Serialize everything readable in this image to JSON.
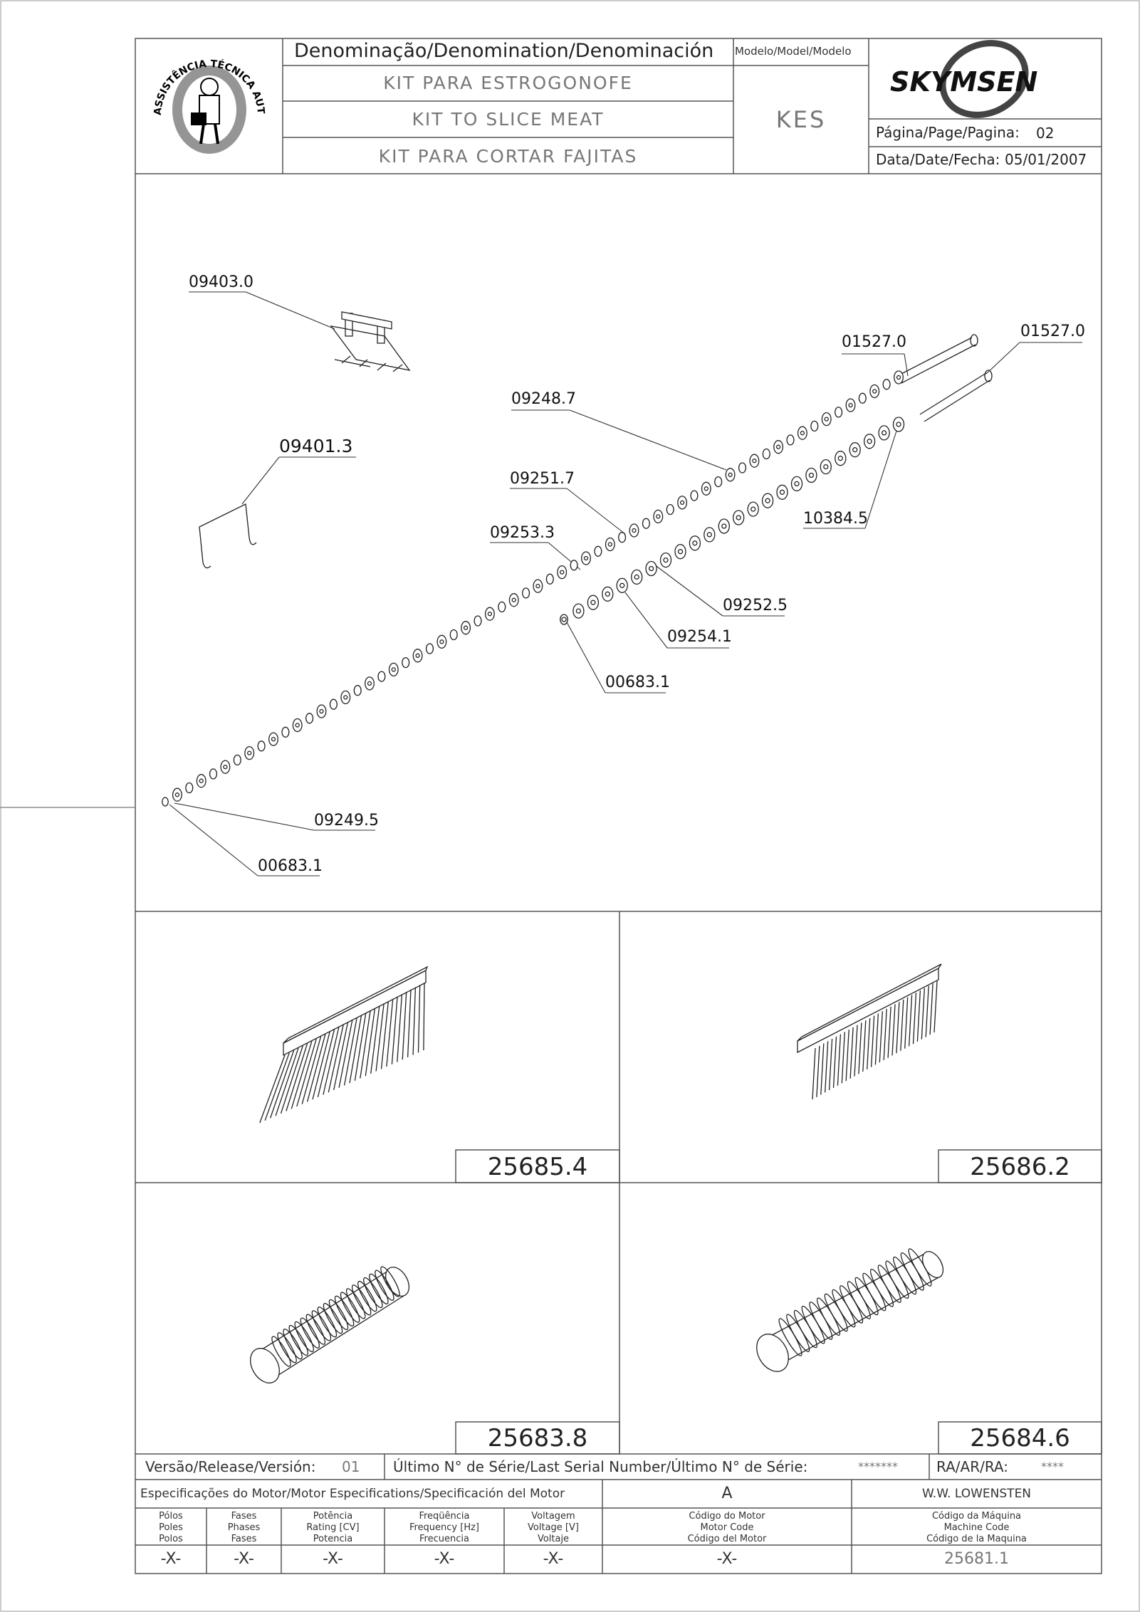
{
  "header": {
    "logo_text": "ASSISTÊNCIA TÉCNICA AUTORIZADA",
    "denomination_label": "Denominação/Denomination/Denominación",
    "name_pt": "KIT PARA ESTROGONOFE",
    "name_en": "KIT TO SLICE MEAT",
    "name_es": "KIT PARA CORTAR FAJITAS",
    "model_label": "Modelo/Model/Modelo",
    "model_value": "KES",
    "brand": "SKYMSEN",
    "page_label": "Página/Page/Pagina:",
    "page_value": "02",
    "date_label": "Data/Date/Fecha:",
    "date_value": "05/01/2007"
  },
  "diagram": {
    "callouts": [
      "09403.0",
      "09401.3",
      "09248.7",
      "09251.7",
      "09253.3",
      "01527.0",
      "01527.0",
      "10384.5",
      "09252.5",
      "09254.1",
      "00683.1",
      "09249.5",
      "00683.1"
    ]
  },
  "assemblies": [
    "25685.4",
    "25686.2",
    "25683.8",
    "25684.6"
  ],
  "footer": {
    "version_label": "Versão/Release/Versión:",
    "version_value": "01",
    "serial_label": "Último N° de Série/Last Serial Number/Último N° de Série:",
    "serial_value": "*******",
    "ra_label": "RA/AR/RA:",
    "ra_value": "****",
    "motor_spec_label": "Especificações do Motor/Motor Especifications/Specificación del Motor",
    "motor_spec_value": "A",
    "author": "W.W. LOWENSTEN",
    "columns": [
      {
        "pt": "Pólos",
        "en": "Poles",
        "es": "Polos",
        "value": "-X-"
      },
      {
        "pt": "Fases",
        "en": "Phases",
        "es": "Fases",
        "value": "-X-"
      },
      {
        "pt": "Potência",
        "en": "Rating [CV]",
        "es": "Potencia",
        "value": "-X-"
      },
      {
        "pt": "Freqüência",
        "en": "Frequency [Hz]",
        "es": "Frecuencia",
        "value": "-X-"
      },
      {
        "pt": "Voltagem",
        "en": "Voltage [V]",
        "es": "Voltaje",
        "value": "-X-"
      },
      {
        "pt": "Código do Motor",
        "en": "Motor Code",
        "es": "Código del Motor",
        "value": "-X-"
      },
      {
        "pt": "Código da Máquina",
        "en": "Machine Code",
        "es": "Código de la Maquina",
        "value": "25681.1"
      }
    ]
  }
}
